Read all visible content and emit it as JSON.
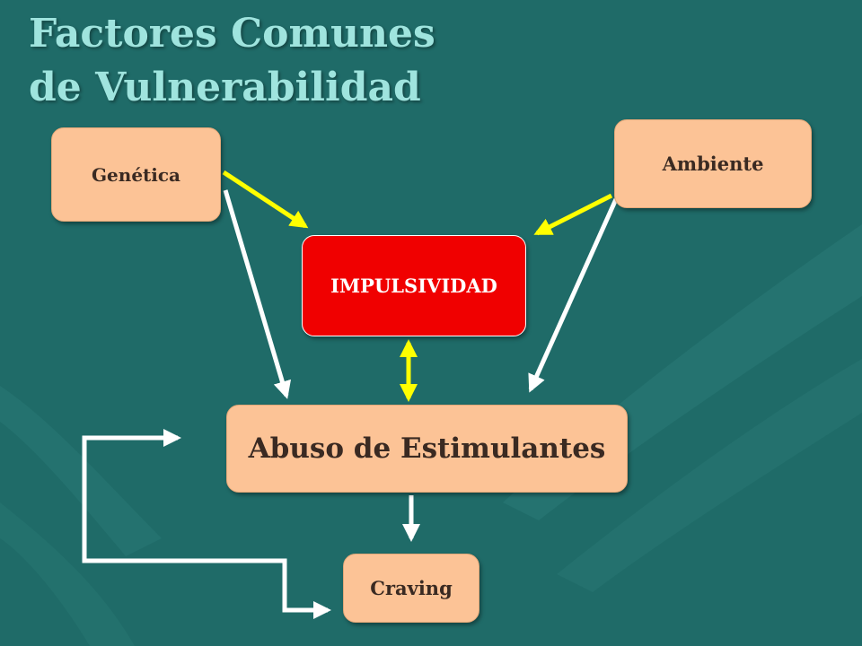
{
  "title": {
    "line1": "Factores Comunes",
    "line2": "de Vulnerabilidad"
  },
  "nodes": {
    "genetica": "Genética",
    "ambiente": "Ambiente",
    "impulsividad": "IMPULSIVIDAD",
    "abuso": "Abuso de Estimulantes",
    "craving": "Craving"
  },
  "colors": {
    "background": "#1f6b68",
    "title": "#9fe4de",
    "node_fill": "#fcc396",
    "impulsividad_fill": "#f00000",
    "arrow_yellow": "#ffff00",
    "arrow_white": "#ffffff"
  }
}
